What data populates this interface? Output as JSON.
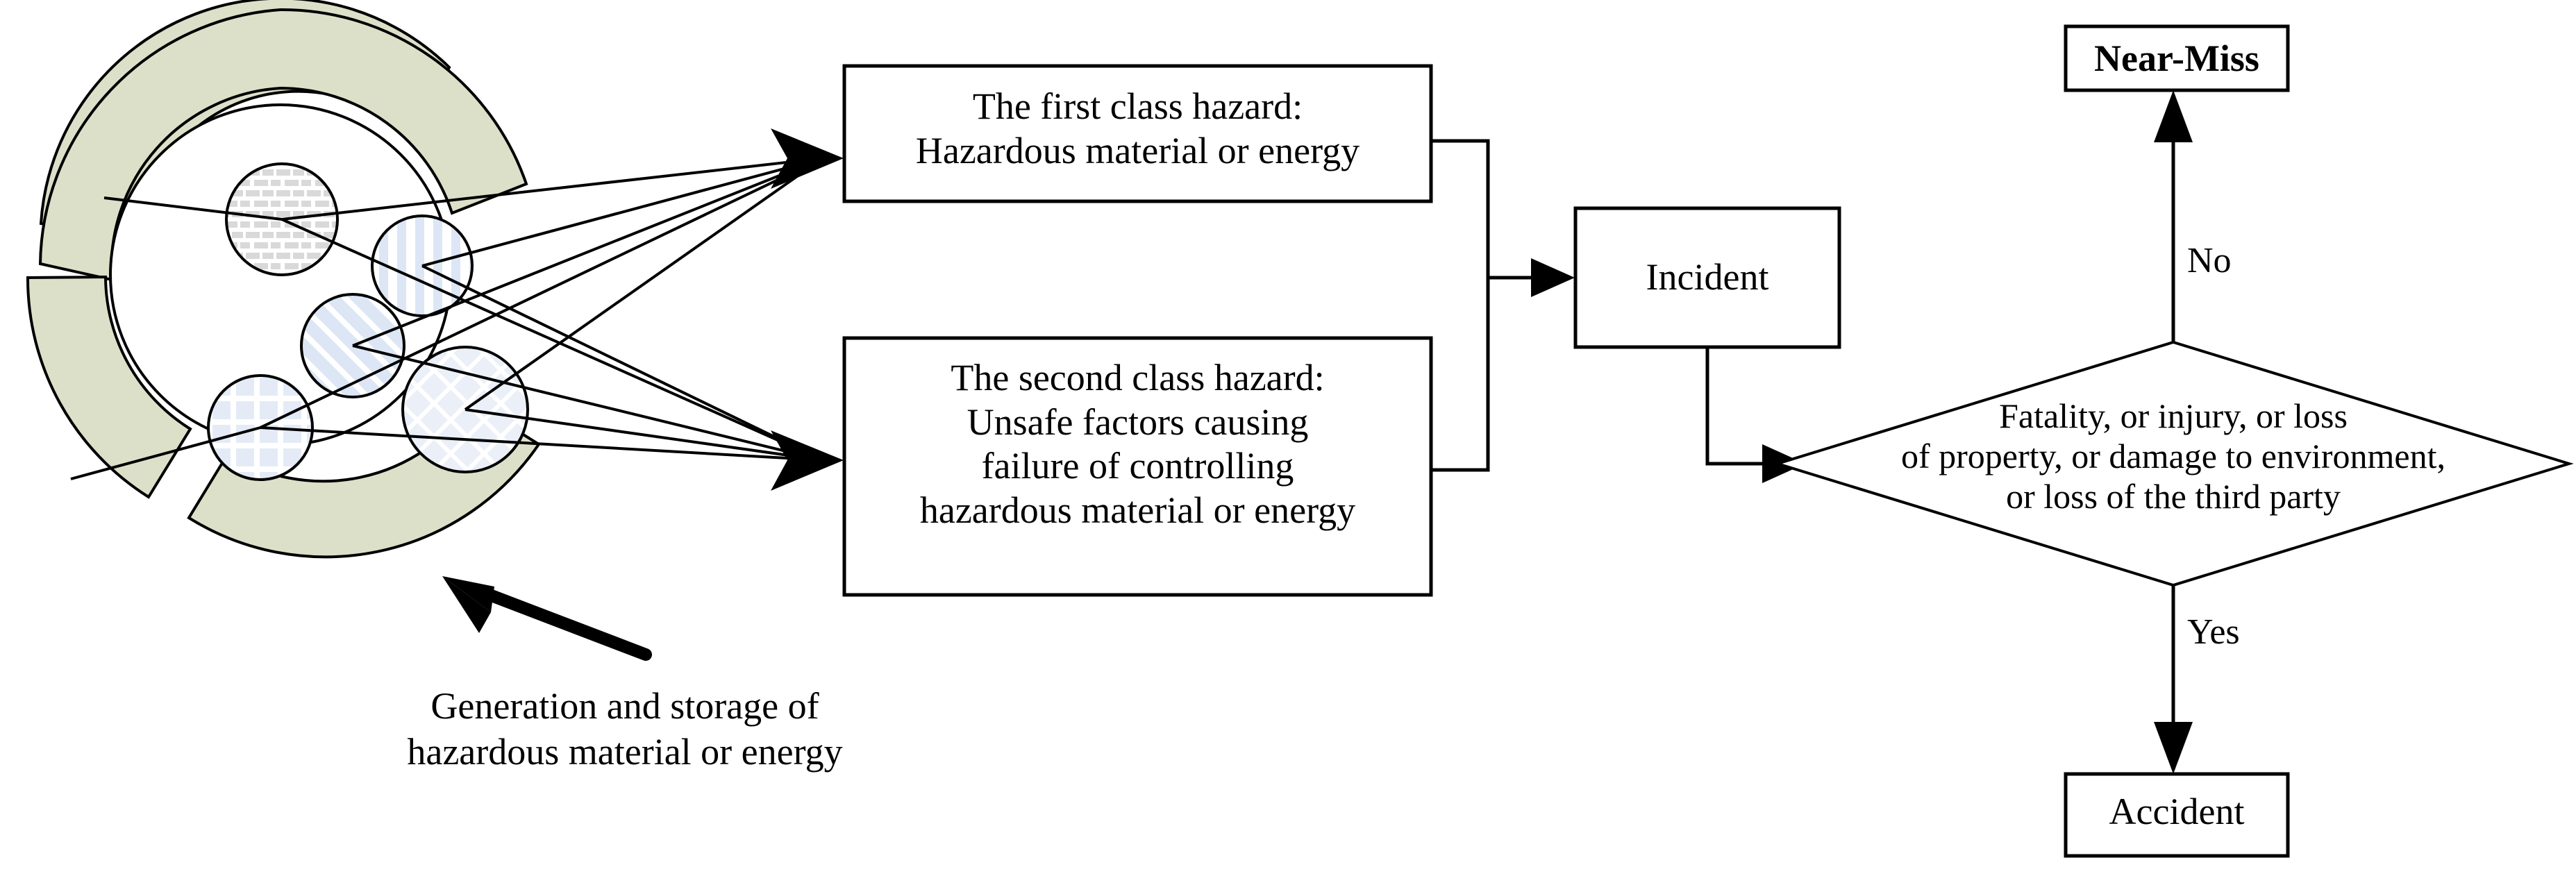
{
  "diagram": {
    "title_present": false,
    "colors": {
      "ring_fill": "#dde0c8",
      "stroke": "#000000",
      "circle_fill": "#ffffff",
      "pattern_gray": "#d9d9d9",
      "pattern_blue": "#dce6f5",
      "background": "#ffffff"
    },
    "source_cluster": {
      "name": "hazard-source-cluster",
      "outer_ring_name": "segmented-ring",
      "inner_circle_name": "inner-boundary-circle",
      "hazard_items": [
        {
          "name": "hazard-item-1",
          "pattern": "brick-dash",
          "color": "#d9d9d9"
        },
        {
          "name": "hazard-item-2",
          "pattern": "vertical-stripes",
          "color": "#dce6f5"
        },
        {
          "name": "hazard-item-3",
          "pattern": "diagonal-stripes",
          "color": "#dce6f5"
        },
        {
          "name": "hazard-item-4",
          "pattern": "grid-squares",
          "color": "#dce6f5"
        },
        {
          "name": "hazard-item-5",
          "pattern": "diagonal-crosshatch",
          "color": "#eaeff8"
        }
      ],
      "caption": "Generation and storage of\nhazardous material or energy"
    },
    "boxes": {
      "first_class_hazard": "The first class hazard:\nHazardous material or energy",
      "second_class_hazard": "The second class hazard:\nUnsafe factors causing\nfailure of controlling\nhazardous material or energy",
      "incident": "Incident",
      "near_miss": "Near-Miss",
      "accident": "Accident"
    },
    "decision": {
      "name": "severity-decision",
      "text": "Fatality, or injury, or loss\nof  property, or damage to environment,\nor loss of the third party",
      "branches": [
        {
          "label": "No",
          "target": "Near-Miss"
        },
        {
          "label": "Yes",
          "target": "Accident"
        }
      ]
    },
    "edge_labels": {
      "no": "No",
      "yes": "Yes"
    }
  }
}
